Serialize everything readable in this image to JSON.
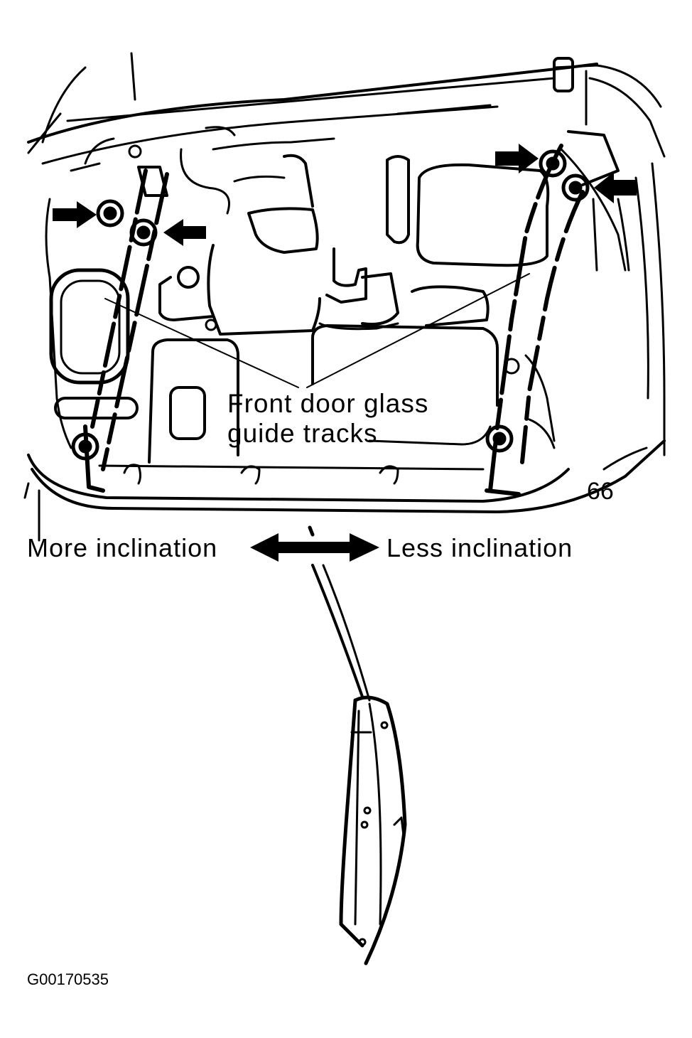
{
  "callout": {
    "line1": "Front door glass",
    "line2": "guide tracks"
  },
  "inclination": {
    "left": "More inclination",
    "right": "Less inclination"
  },
  "part_mark": "66",
  "figure_code": "G00170535",
  "colors": {
    "ink": "#000000",
    "background": "#ffffff"
  }
}
